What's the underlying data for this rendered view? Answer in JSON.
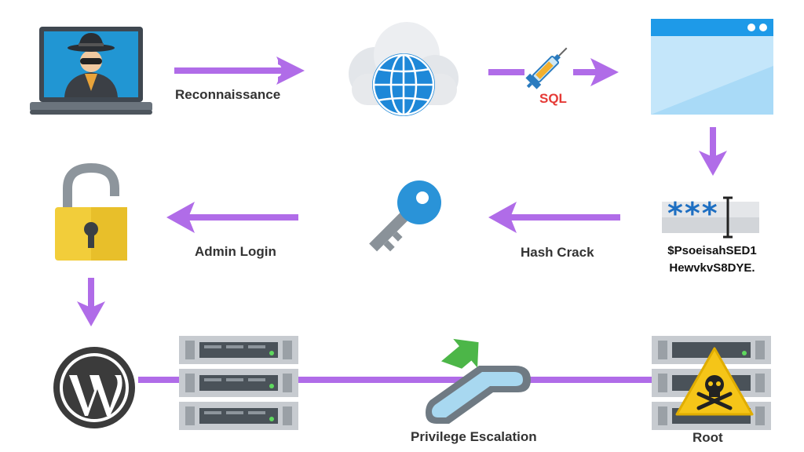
{
  "steps": {
    "recon_label": "Reconnaissance",
    "sql_label": "SQL",
    "hash_crack_label": "Hash Crack",
    "admin_login_label": "Admin Login",
    "privesc_label": "Privilege Escalation",
    "root_label": "Root"
  },
  "password_field": {
    "masked": "***"
  },
  "hash": {
    "line1": "$PsoeisahSED1",
    "line2": "HewvkvS8DYE."
  },
  "colors": {
    "arrow": "#b06ce8",
    "accent": "#1e88d8",
    "sql": "#e53935",
    "lock": "#f2cd3a"
  },
  "icons": [
    "hacker-laptop-icon",
    "cloud-globe-icon",
    "syringe-icon",
    "browser-window-icon",
    "password-field-icon",
    "key-icon",
    "padlock-open-icon",
    "wordpress-icon",
    "server-rack-icon",
    "escalator-icon",
    "server-rack-danger-icon",
    "skull-warning-icon"
  ]
}
